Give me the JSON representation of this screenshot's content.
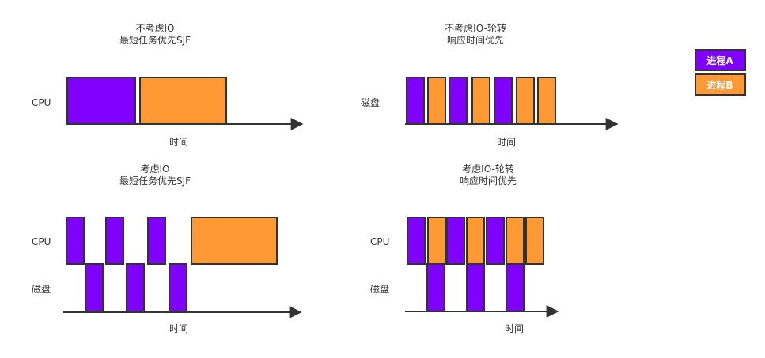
{
  "colors": {
    "process_a": "#7F00FF",
    "process_b": "#FF9933",
    "outline": "#333333",
    "text": "#333333"
  },
  "legend": {
    "process_a_label": "进程A",
    "process_b_label": "进程B"
  },
  "panels": {
    "top_left": {
      "title_line1": "不考虑IO",
      "title_line2": "最短任务优先SJF",
      "row_label": "CPU",
      "axis_label": "时间"
    },
    "top_right": {
      "title_line1": "不考虑IO-轮转",
      "title_line2": "响应时间优先",
      "row_label": "磁盘",
      "axis_label": "时间"
    },
    "bottom_left": {
      "title_line1": "考虑IO",
      "title_line2": "最短任务优先SJF",
      "row_label_cpu": "CPU",
      "row_label_disk": "磁盘",
      "axis_label": "时间"
    },
    "bottom_right": {
      "title_line1": "考虑IO-轮转",
      "title_line2": "响应时间优先",
      "row_label_cpu": "CPU",
      "row_label_disk": "磁盘",
      "axis_label": "时间"
    }
  }
}
